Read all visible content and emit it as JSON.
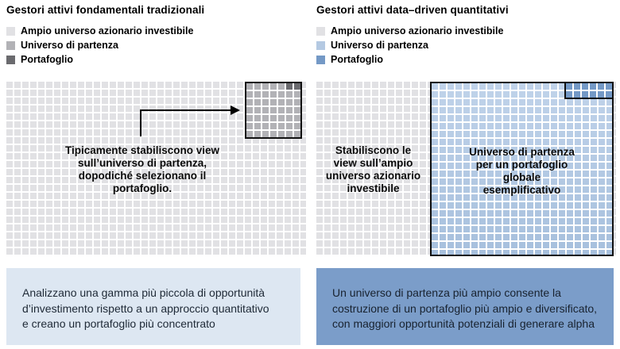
{
  "colors": {
    "cell_light_gray": "#e1e1e4",
    "cell_mid_gray": "#b2b2b6",
    "cell_dark_gray": "#6a6a6e",
    "cell_light_blue": "#b4c9e2",
    "cell_mid_blue": "#7499c6",
    "footer_left_bg": "#dde7f2",
    "footer_right_bg": "#7b9dc9",
    "outline": "#111111"
  },
  "left_panel": {
    "title": "Gestori attivi fondamentali tradizionali",
    "legend": [
      {
        "label": "Ampio universo azionario investibile",
        "color": "#e1e1e4"
      },
      {
        "label": "Universo di partenza",
        "color": "#b2b2b6"
      },
      {
        "label": "Portafoglio",
        "color": "#6a6a6e"
      }
    ],
    "grid_note": "Tipicamente stabiliscono view\nsull’universo di partenza,\ndopodiché selezionano il\nportafoglio.",
    "footer": "Analizzano una gamma più piccola di opportunità\nd’investimento rispetto a un approccio quantitativo\ne creano un portafoglio più concentrato"
  },
  "right_panel": {
    "title": "Gestori attivi data–driven quantitativi",
    "legend": [
      {
        "label": "Ampio universo azionario investibile",
        "color": "#e1e1e4"
      },
      {
        "label": "Universo di partenza",
        "color": "#b4c9e2"
      },
      {
        "label": "Portafoglio",
        "color": "#7499c6"
      }
    ],
    "gray_note": "Stabiliscono le\nview sull’ampio\nuniverso azionario\ninvestibile",
    "blue_note": "Universo di partenza\nper un portafoglio\nglobale\nesemplificativo",
    "footer": "Un universo di partenza più ampio consente la\ncostruzione di un portafoglio più ampio e diversificato,\ncon maggiori opportunità potenziali di generare alpha"
  }
}
